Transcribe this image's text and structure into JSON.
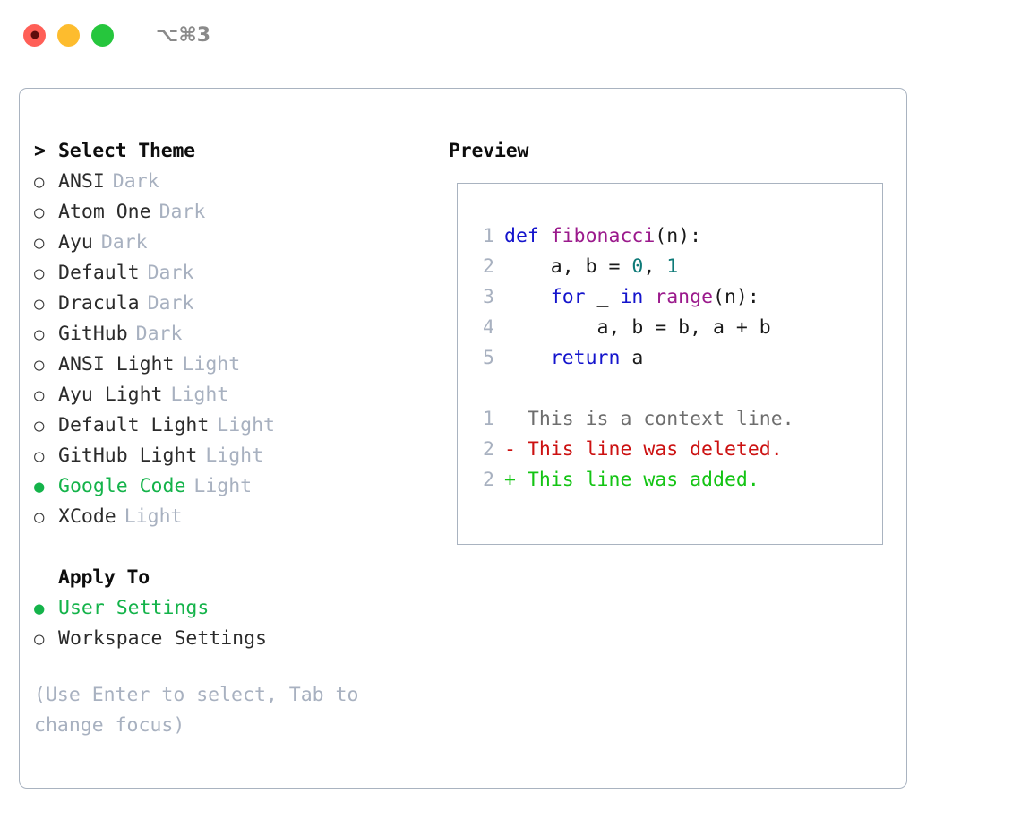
{
  "titlebar": {
    "shortcut": "⌥⌘3",
    "buttons": [
      {
        "name": "close",
        "color": "#ff5f57"
      },
      {
        "name": "minimize",
        "color": "#fdbc2e"
      },
      {
        "name": "zoom",
        "color": "#26c63d"
      }
    ]
  },
  "accent": {
    "green": "#14b34a",
    "muted": "#a8b1c0",
    "border": "#a9b3c0"
  },
  "theme_list": {
    "heading": "Select Theme",
    "caret": ">",
    "bullet_selected": "●",
    "bullet_plain": "○",
    "items": [
      {
        "label": "ANSI",
        "variant": "Dark",
        "selected": false
      },
      {
        "label": "Atom One",
        "variant": "Dark",
        "selected": false
      },
      {
        "label": "Ayu",
        "variant": "Dark",
        "selected": false
      },
      {
        "label": "Default",
        "variant": "Dark",
        "selected": false
      },
      {
        "label": "Dracula",
        "variant": "Dark",
        "selected": false
      },
      {
        "label": "GitHub",
        "variant": "Dark",
        "selected": false
      },
      {
        "label": "ANSI Light",
        "variant": "Light",
        "selected": false
      },
      {
        "label": "Ayu Light",
        "variant": "Light",
        "selected": false
      },
      {
        "label": "Default Light",
        "variant": "Light",
        "selected": false
      },
      {
        "label": "GitHub Light",
        "variant": "Light",
        "selected": false
      },
      {
        "label": "Google Code",
        "variant": "Light",
        "selected": true
      },
      {
        "label": "XCode",
        "variant": "Light",
        "selected": false
      }
    ]
  },
  "apply_to": {
    "heading": "Apply To",
    "items": [
      {
        "label": "User Settings",
        "selected": true
      },
      {
        "label": "Workspace Settings",
        "selected": false
      }
    ]
  },
  "hint": "(Use Enter to select, Tab to change focus)",
  "preview": {
    "heading": "Preview",
    "code_lines": [
      {
        "num": "1",
        "tokens": [
          {
            "t": "def ",
            "c": "kw"
          },
          {
            "t": "fibonacci",
            "c": "fn"
          },
          {
            "t": "(n):",
            "c": "txt"
          }
        ]
      },
      {
        "num": "2",
        "tokens": [
          {
            "t": "    a, b = ",
            "c": "txt"
          },
          {
            "t": "0",
            "c": "num"
          },
          {
            "t": ", ",
            "c": "txt"
          },
          {
            "t": "1",
            "c": "num"
          }
        ]
      },
      {
        "num": "3",
        "tokens": [
          {
            "t": "    for",
            "c": "kw"
          },
          {
            "t": " _ ",
            "c": "txt"
          },
          {
            "t": "in",
            "c": "kw"
          },
          {
            "t": " ",
            "c": "txt"
          },
          {
            "t": "range",
            "c": "fn"
          },
          {
            "t": "(n):",
            "c": "txt"
          }
        ]
      },
      {
        "num": "4",
        "tokens": [
          {
            "t": "        a, b = b, a + b",
            "c": "txt"
          }
        ]
      },
      {
        "num": "5",
        "tokens": [
          {
            "t": "    return",
            "c": "kw"
          },
          {
            "t": " a",
            "c": "txt"
          }
        ]
      }
    ],
    "diff_lines": [
      {
        "num": "1",
        "tokens": [
          {
            "t": "  This is a context line.",
            "c": "ctx"
          }
        ]
      },
      {
        "num": "2",
        "tokens": [
          {
            "t": "- This line was deleted.",
            "c": "del"
          }
        ]
      },
      {
        "num": "2",
        "tokens": [
          {
            "t": "+ This line was added.",
            "c": "add"
          }
        ]
      }
    ]
  }
}
